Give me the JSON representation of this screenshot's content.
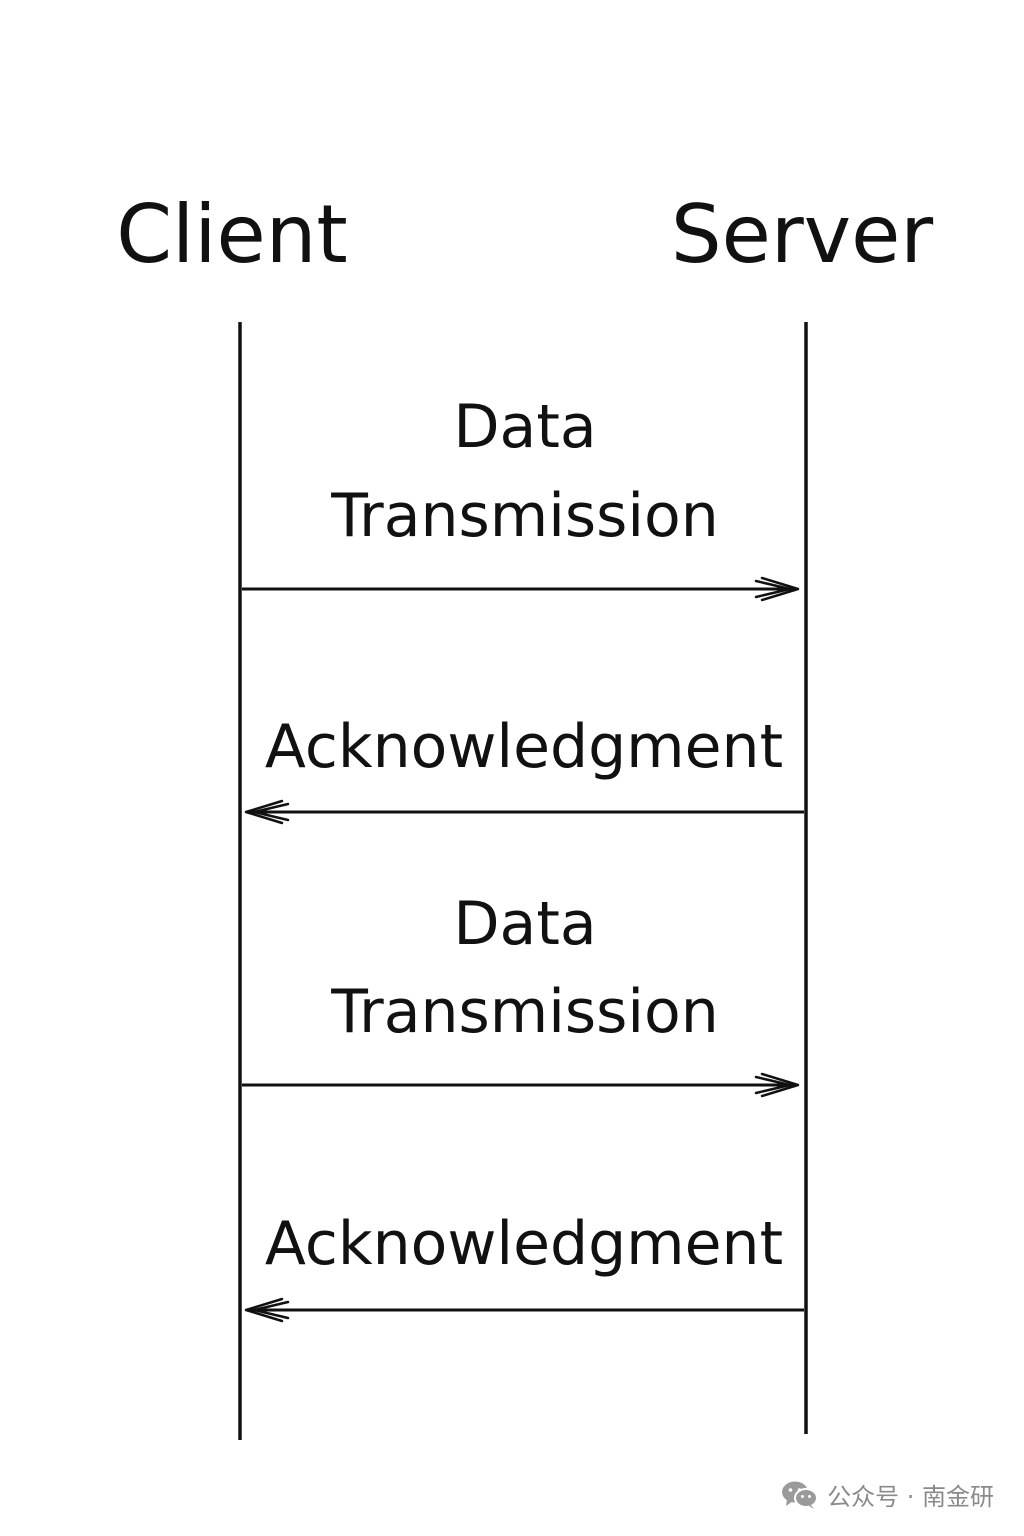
{
  "actors": {
    "client": "Client",
    "server": "Server"
  },
  "messages": [
    {
      "lines": [
        "Data",
        "Transmission"
      ],
      "direction": "client-to-server"
    },
    {
      "lines": [
        "Acknowledgment"
      ],
      "direction": "server-to-client"
    },
    {
      "lines": [
        "Data",
        "Transmission"
      ],
      "direction": "client-to-server"
    },
    {
      "lines": [
        "Acknowledgment"
      ],
      "direction": "server-to-client"
    }
  ],
  "watermark": {
    "icon": "wechat-icon",
    "text": "公众号 · 南金研"
  }
}
